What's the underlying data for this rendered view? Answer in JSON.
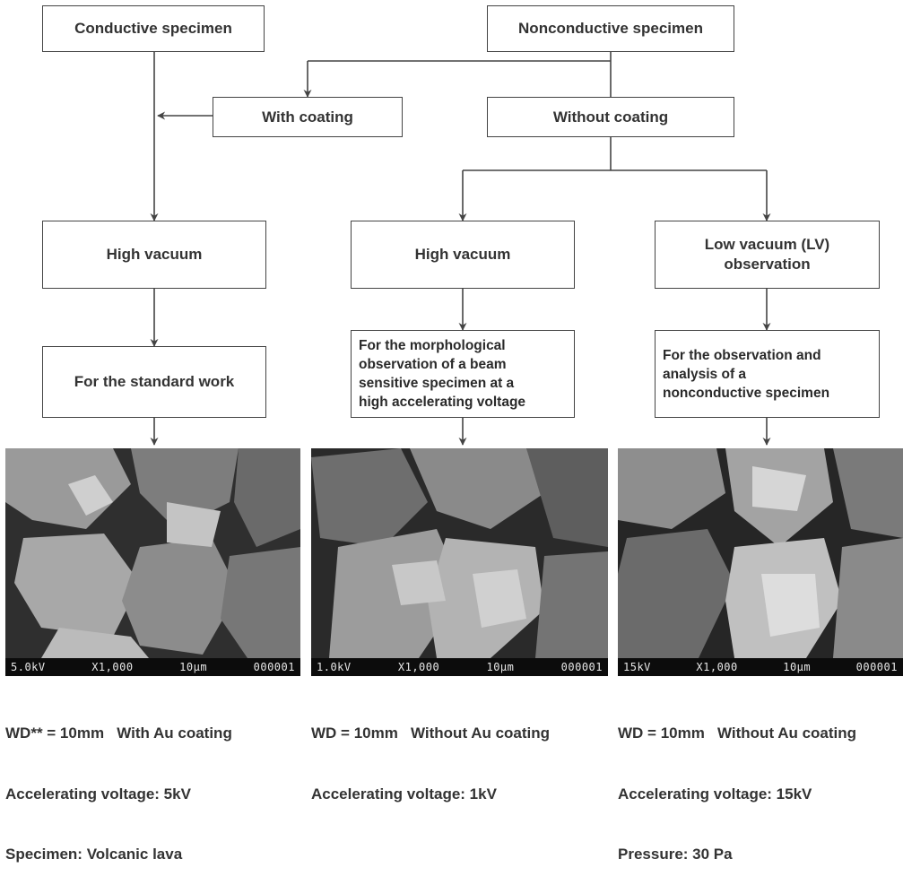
{
  "boxes": {
    "conductive": "Conductive specimen",
    "nonconductive": "Nonconductive specimen",
    "with_coating": "With coating",
    "without_coating": "Without coating",
    "high_vacuum_1": "High vacuum",
    "high_vacuum_2": "High vacuum",
    "low_vacuum_line1": "Low vacuum (LV)",
    "low_vacuum_line2": "observation",
    "standard_work": "For the standard work",
    "morph_note": [
      "For the morphological",
      "observation of a beam",
      "sensitive specimen at a",
      "high accelerating voltage"
    ],
    "analysis_note": [
      "For the observation and",
      "analysis of a",
      "nonconductive specimen"
    ]
  },
  "micrographs": [
    {
      "accel": "5.0kV",
      "mag": "X1,000",
      "scale": "10μm",
      "id": "000001"
    },
    {
      "accel": "1.0kV",
      "mag": "X1,000",
      "scale": "10μm",
      "id": "000001"
    },
    {
      "accel": "15kV",
      "mag": "X1,000",
      "scale": "10μm",
      "id": "000001"
    }
  ],
  "captions": [
    [
      "WD** = 10mm   With Au coating",
      "Accelerating voltage: 5kV",
      "Specimen: Volcanic lava"
    ],
    [
      "WD = 10mm   Without Au coating",
      "Accelerating voltage: 1kV"
    ],
    [
      "WD = 10mm   Without Au coating",
      "Accelerating voltage: 15kV",
      "Pressure: 30 Pa"
    ]
  ],
  "colors": {
    "line": "#444444",
    "box_border": "#444444",
    "text": "#333333",
    "micrograph_bg": "#3a3a3a"
  }
}
